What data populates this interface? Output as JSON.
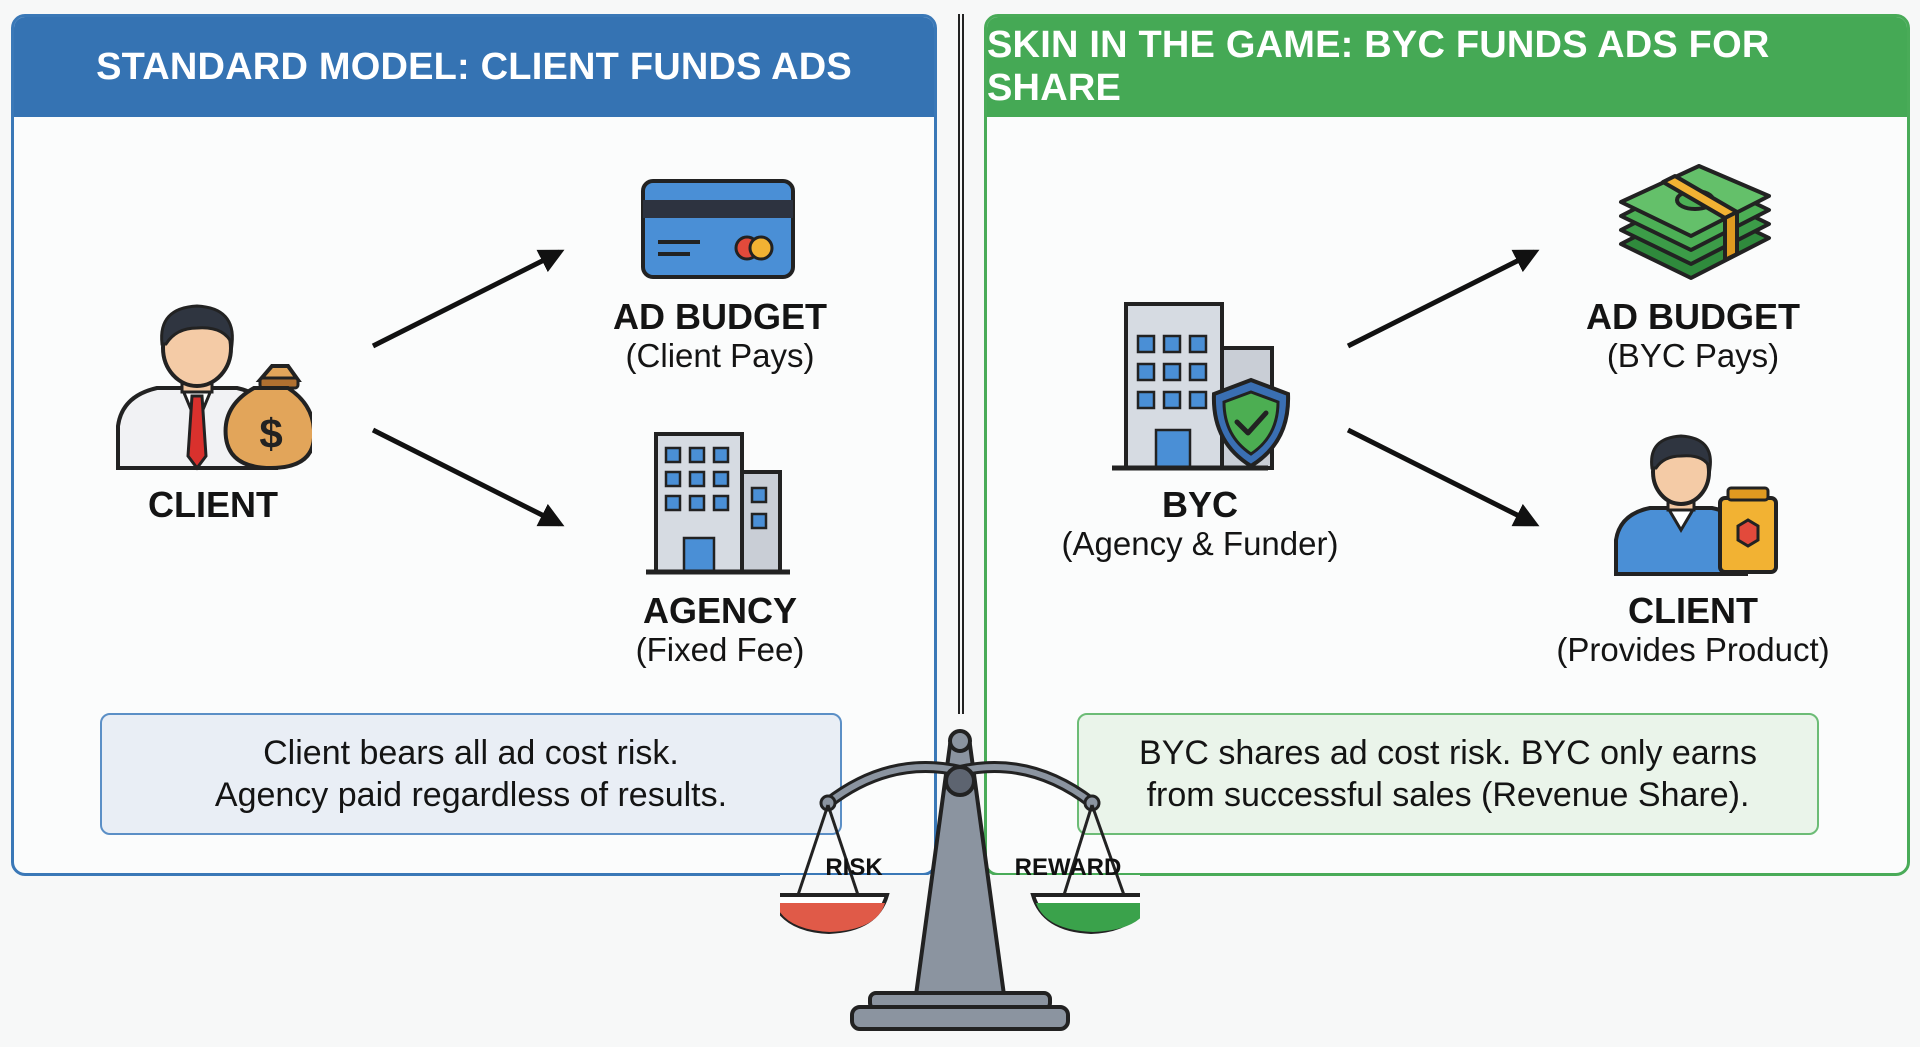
{
  "left_panel": {
    "header": "STANDARD MODEL: CLIENT FUNDS ADS",
    "source": {
      "title": "CLIENT",
      "icon": "client-with-money-bag-icon"
    },
    "top_target": {
      "title": "AD BUDGET",
      "subtitle": "(Client Pays)",
      "icon": "credit-card-icon"
    },
    "bottom_target": {
      "title": "AGENCY",
      "subtitle": "(Fixed Fee)",
      "icon": "office-building-icon"
    },
    "note": {
      "line1": "Client bears all ad cost risk.",
      "line2": "Agency paid regardless of results."
    }
  },
  "right_panel": {
    "header": "SKIN IN THE GAME: BYC FUNDS ADS FOR SHARE",
    "source": {
      "title": "BYC",
      "subtitle": "(Agency & Funder)",
      "icon": "building-with-shield-icon"
    },
    "top_target": {
      "title": "AD BUDGET",
      "subtitle": "(BYC Pays)",
      "icon": "cash-stack-icon"
    },
    "bottom_target": {
      "title": "CLIENT",
      "subtitle": "(Provides Product)",
      "icon": "client-with-product-box-icon"
    },
    "note": {
      "line1": "BYC shares ad cost risk. BYC only earns",
      "line2": "from successful sales (Revenue Share)."
    }
  },
  "scale": {
    "left_pan": "RISK",
    "right_pan": "REWARD",
    "icon": "balance-scale-icon"
  },
  "colors": {
    "left_accent": "#3573b3",
    "right_accent": "#45a955",
    "risk": "#e05a48",
    "reward": "#3aa24b"
  }
}
